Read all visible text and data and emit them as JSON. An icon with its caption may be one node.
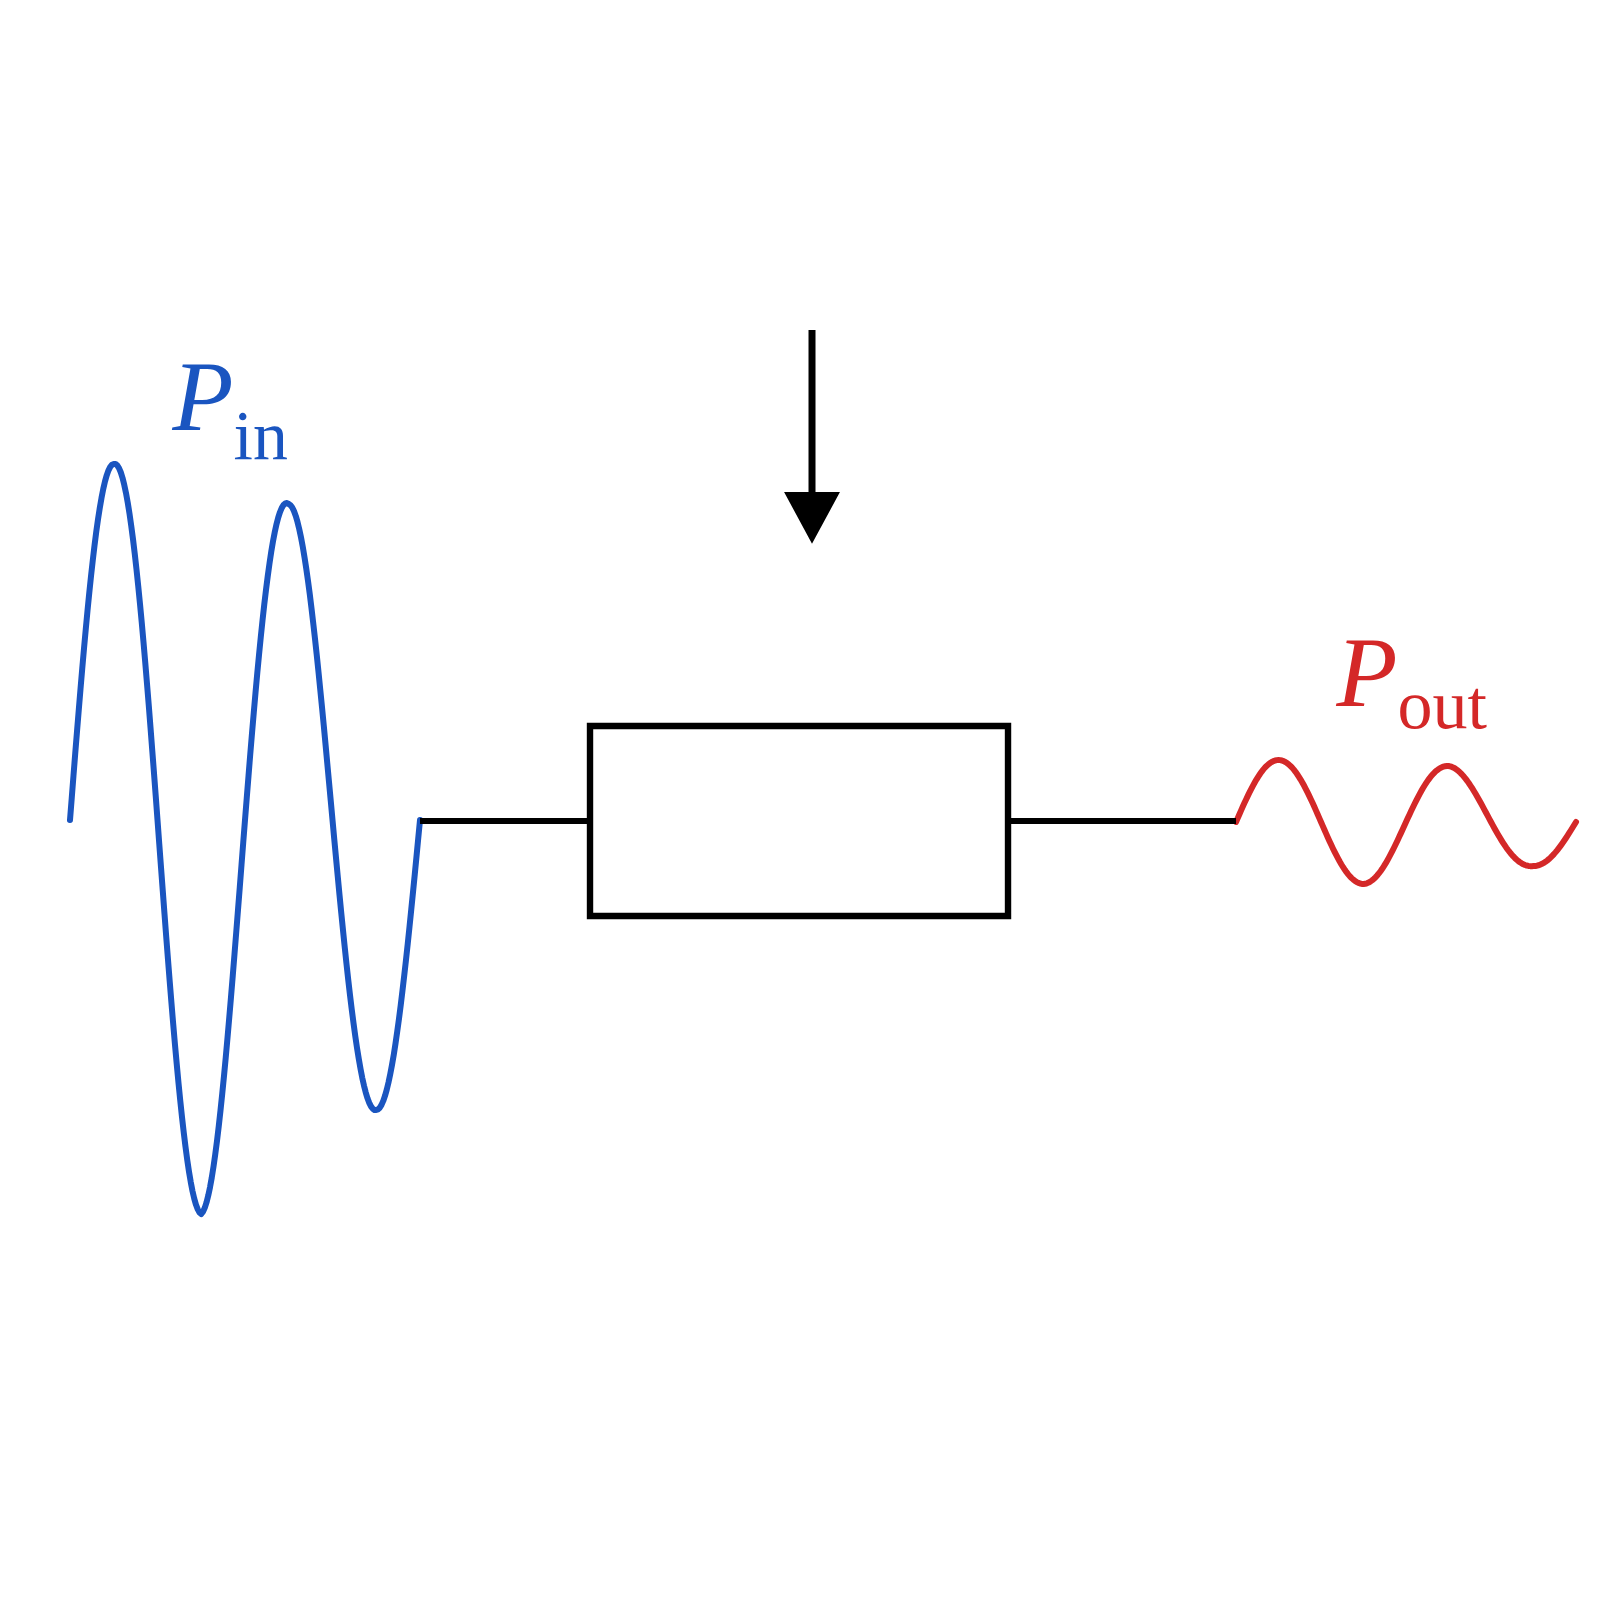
{
  "diagram": {
    "nodes": [
      {
        "text": [],
        "shape": "wave",
        "beside": [
          "*P*$_{in}$"
        ]
      },
      {
        "text": [],
        "shape": "box"
      },
      {
        "text": [],
        "shape": "wave",
        "beside": [
          "*P*$_{out}$"
        ]
      }
    ],
    "edges": [
      {
        "from": 0,
        "to": 1,
        "arrow": "none"
      },
      {
        "from": 1,
        "to": 2,
        "arrow": "none"
      }
    ]
  }
}
